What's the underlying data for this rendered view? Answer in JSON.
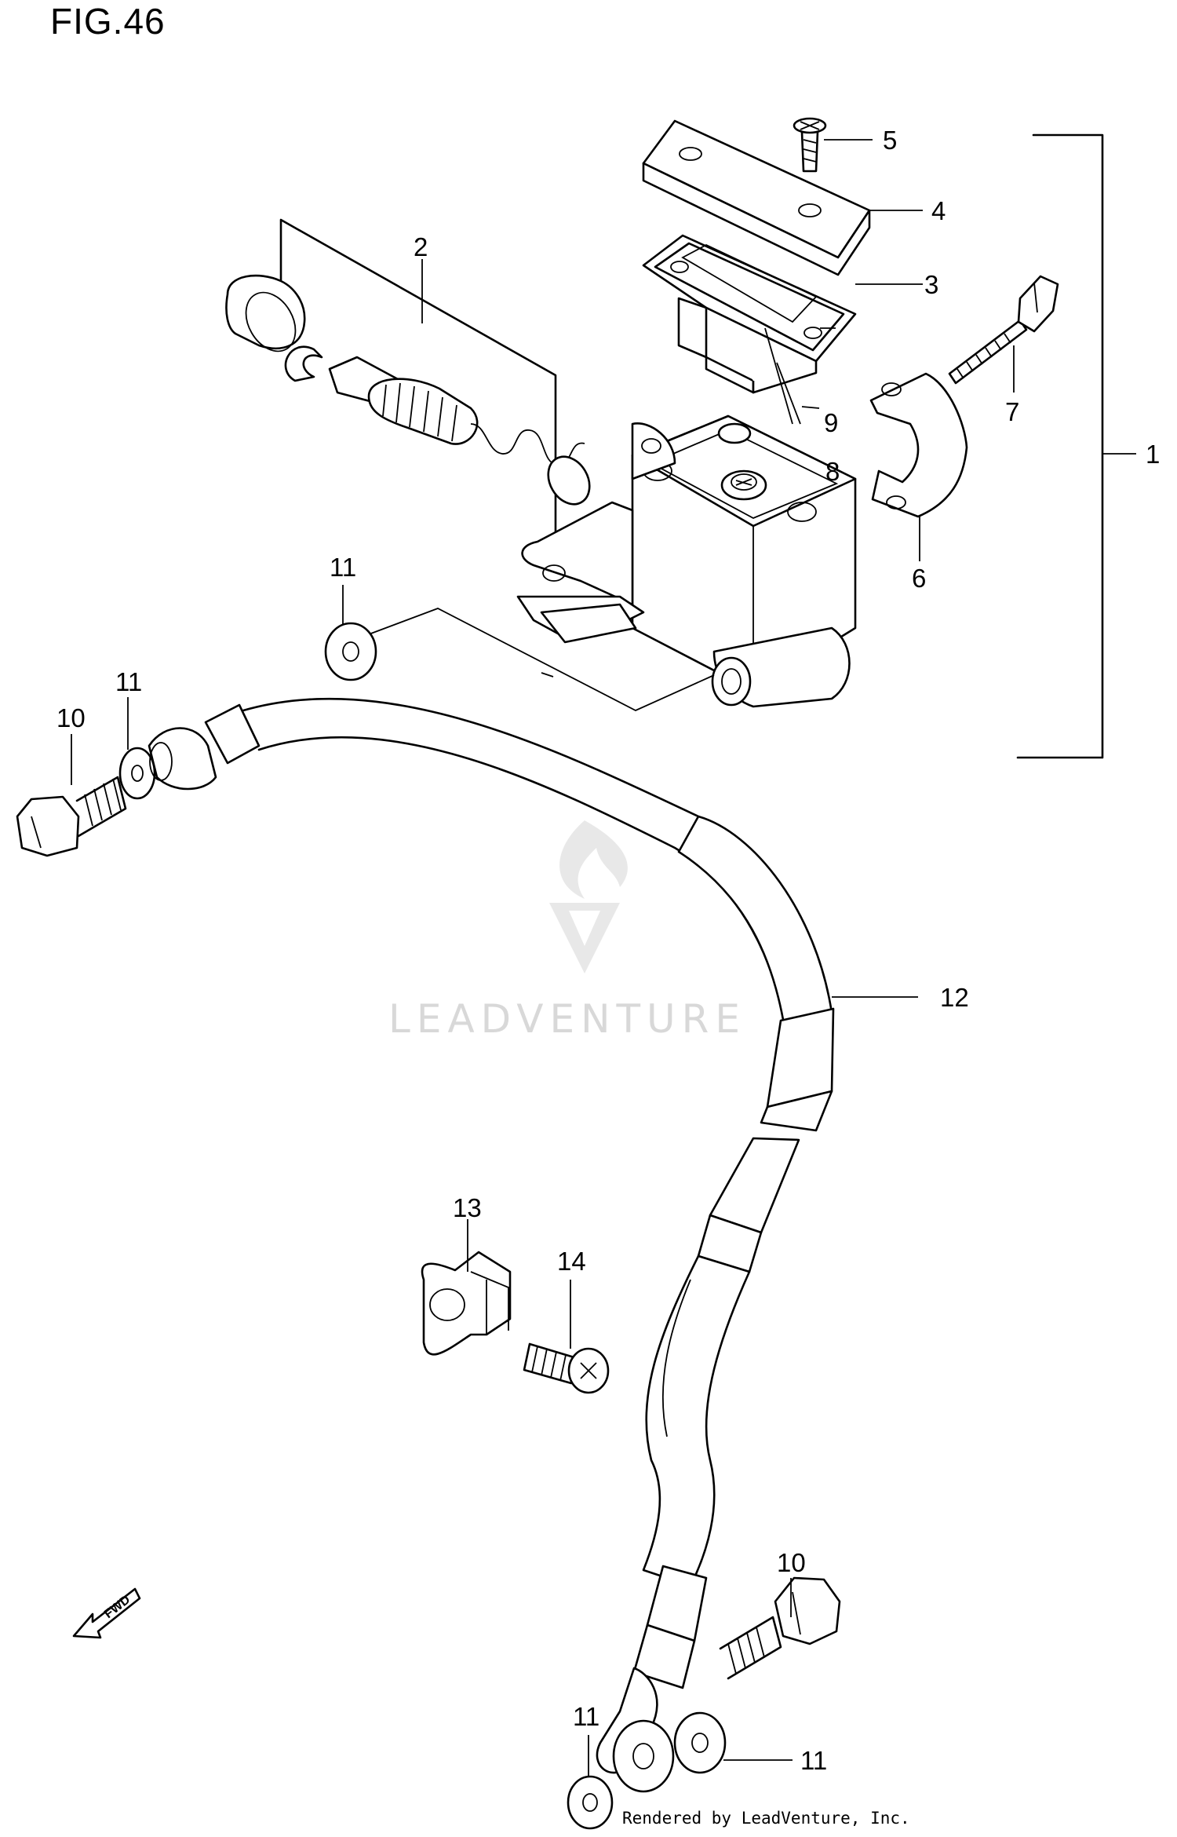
{
  "figure": {
    "title": "FIG.46"
  },
  "callouts": [
    "1",
    "2",
    "3",
    "4",
    "5",
    "6",
    "7",
    "8",
    "9",
    "10",
    "10",
    "11",
    "11",
    "11",
    "11",
    "12",
    "13",
    "14"
  ],
  "fwd_label": "FWD",
  "watermark": "LEADVENTURE",
  "credit": "Rendered by LeadVenture, Inc."
}
